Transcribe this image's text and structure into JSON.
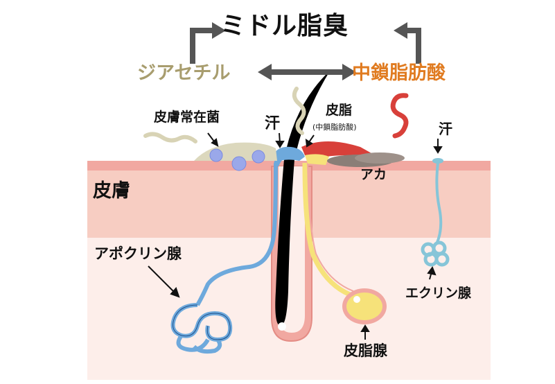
{
  "title": "ミドル脂臭",
  "compounds": {
    "left": "ジアセチル",
    "right": "中鎖脂肪酸"
  },
  "labels": {
    "bacteria": "皮膚常在菌",
    "sweat_top": "汗",
    "sebum": "皮脂",
    "sebum_sub": "(中鎖脂肪酸)",
    "sweat_right": "汗",
    "skin": "皮膚",
    "aka": "アカ",
    "apocrine": "アポクリン腺",
    "eccrine": "エクリン腺",
    "sebaceous": "皮脂腺"
  },
  "colors": {
    "skin_surface": "#f1a8a1",
    "skin_upper": "#f7cdc2",
    "skin_lower": "#fdeeea",
    "hair": "#000000",
    "apocrine_duct": "#6ea9dc",
    "eccrine_duct": "#86c5d8",
    "sebum_gland": "#f6e27a",
    "sebum_red": "#d8403a",
    "aka_gray": "#8a7e77",
    "bacteria_film": "#dcd8bd",
    "bacteria_dots": "#9aa8ea",
    "left_compound_color": "#a89d6e",
    "right_compound_color": "#e07b20",
    "arrow_gray": "#555555"
  }
}
